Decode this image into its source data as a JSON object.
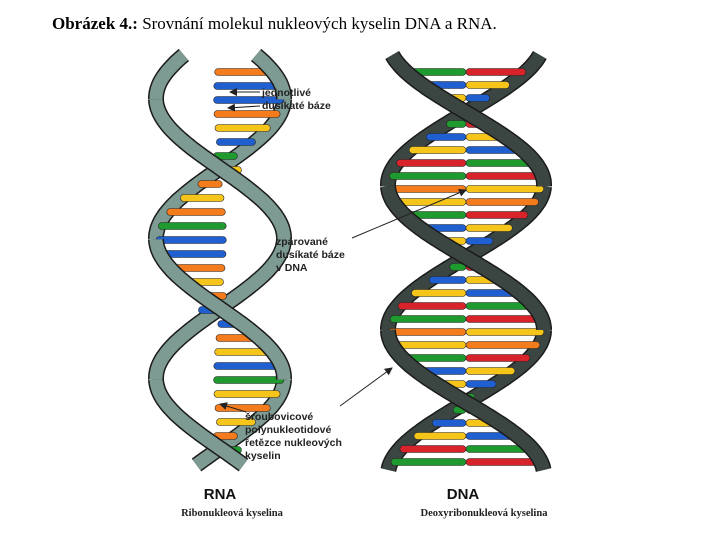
{
  "caption": {
    "prefix": "Obrázek 4.:",
    "text": "Srovnání molekul nukleových kyselin DNA a RNA."
  },
  "annotations": {
    "bases": [
      "jednotlivé",
      "dusíkaté báze"
    ],
    "paired": [
      "zpárované",
      "dusíkaté báze",
      "v DNA"
    ],
    "backbone": [
      "šroubovicové",
      "polynukleotidové",
      "řetězce nukleových",
      "kyselin"
    ]
  },
  "rna": {
    "title": "RNA",
    "subtitle": "Ribonukleová kyselina"
  },
  "dna": {
    "title": "DNA",
    "subtitle": "Deoxyribonukleová kyselina"
  },
  "colors": {
    "rna_backbone": "#7d9a93",
    "dna_backbone": "#3b4643",
    "base_orange": "#f47c1c",
    "base_blue": "#1f5fd0",
    "base_yellow": "#f6c51a",
    "base_green": "#1e9a2e",
    "base_red": "#d9232a"
  }
}
